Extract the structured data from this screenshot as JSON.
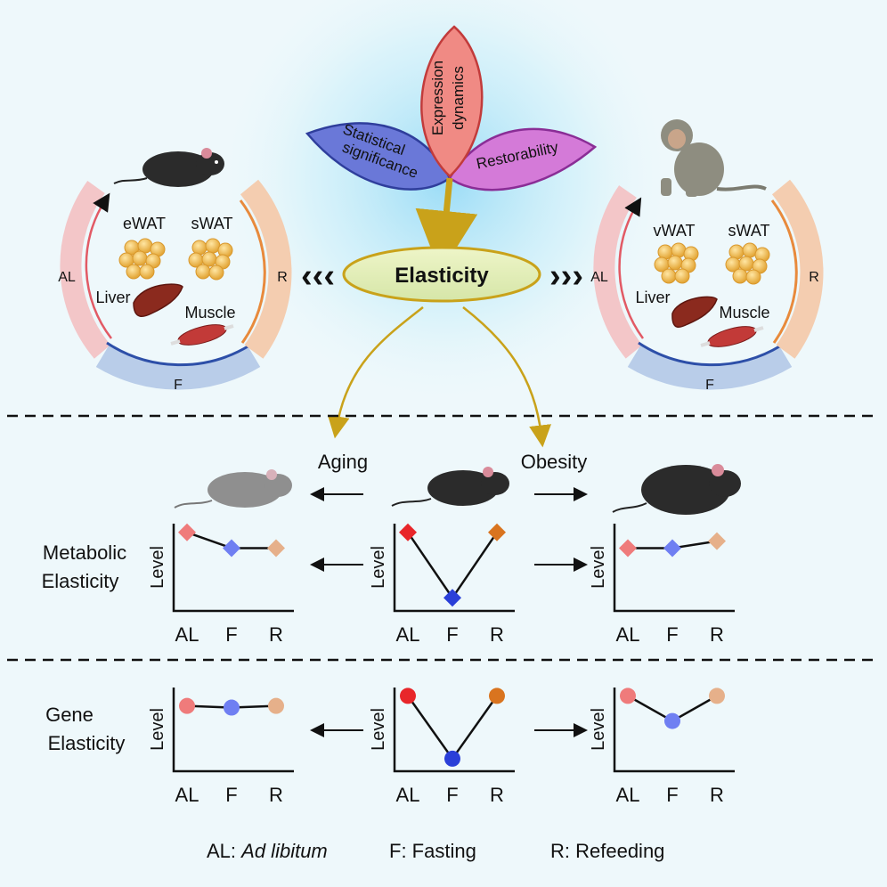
{
  "petals": {
    "left": "Statistical significance",
    "center_line1": "Expression",
    "center_line2": "dynamics",
    "right": "Restorability"
  },
  "petal_left_lines": [
    "Statistical",
    "significance"
  ],
  "center_label": "Elasticity",
  "left_cycle": {
    "arc_labels": {
      "al": "AL",
      "f": "F",
      "r": "R"
    },
    "tissues": {
      "fat1": "eWAT",
      "fat2": "sWAT",
      "liver": "Liver",
      "muscle": "Muscle"
    }
  },
  "right_cycle": {
    "arc_labels": {
      "al": "AL",
      "f": "F",
      "r": "R"
    },
    "tissues": {
      "fat1": "vWAT",
      "fat2": "sWAT",
      "liver": "Liver",
      "muscle": "Muscle"
    }
  },
  "left_chevrons": "‹‹‹",
  "right_chevrons": "›››",
  "branches": {
    "aging": "Aging",
    "obesity": "Obesity"
  },
  "rows": {
    "metabolic_line1": "Metabolic",
    "metabolic_line2": "Elasticity",
    "gene_line1": "Gene",
    "gene_line2": "Elasticity"
  },
  "axis": {
    "ylabel": "Level",
    "x": [
      "AL",
      "F",
      "R"
    ]
  },
  "legend": {
    "al_key": "AL:",
    "al_value": "Ad libitum",
    "f": "F: Fasting",
    "r": "R: Refeeding"
  },
  "colors": {
    "al": "#ef7b7b",
    "f": "#6f7ff2",
    "r": "#e6b08a",
    "al_strong": "#e8262a",
    "f_strong": "#2a3fd8",
    "r_strong": "#d9741f"
  },
  "chart_data": [
    {
      "type": "line",
      "name": "metabolic-aging",
      "categories": [
        "AL",
        "F",
        "R"
      ],
      "values": [
        0.9,
        0.72,
        0.72
      ],
      "marker": "diamond",
      "ylim": [
        0,
        1
      ]
    },
    {
      "type": "line",
      "name": "metabolic-normal",
      "categories": [
        "AL",
        "F",
        "R"
      ],
      "values": [
        0.9,
        0.15,
        0.9
      ],
      "marker": "diamond",
      "ylim": [
        0,
        1
      ]
    },
    {
      "type": "line",
      "name": "metabolic-obesity",
      "categories": [
        "AL",
        "F",
        "R"
      ],
      "values": [
        0.72,
        0.72,
        0.8
      ],
      "marker": "diamond",
      "ylim": [
        0,
        1
      ]
    },
    {
      "type": "line",
      "name": "gene-aging",
      "categories": [
        "AL",
        "F",
        "R"
      ],
      "values": [
        0.78,
        0.76,
        0.78
      ],
      "marker": "circle",
      "ylim": [
        0,
        1
      ]
    },
    {
      "type": "line",
      "name": "gene-normal",
      "categories": [
        "AL",
        "F",
        "R"
      ],
      "values": [
        0.9,
        0.15,
        0.9
      ],
      "marker": "circle",
      "ylim": [
        0,
        1
      ]
    },
    {
      "type": "line",
      "name": "gene-obesity",
      "categories": [
        "AL",
        "F",
        "R"
      ],
      "values": [
        0.9,
        0.6,
        0.9
      ],
      "marker": "circle",
      "ylim": [
        0,
        1
      ]
    }
  ]
}
